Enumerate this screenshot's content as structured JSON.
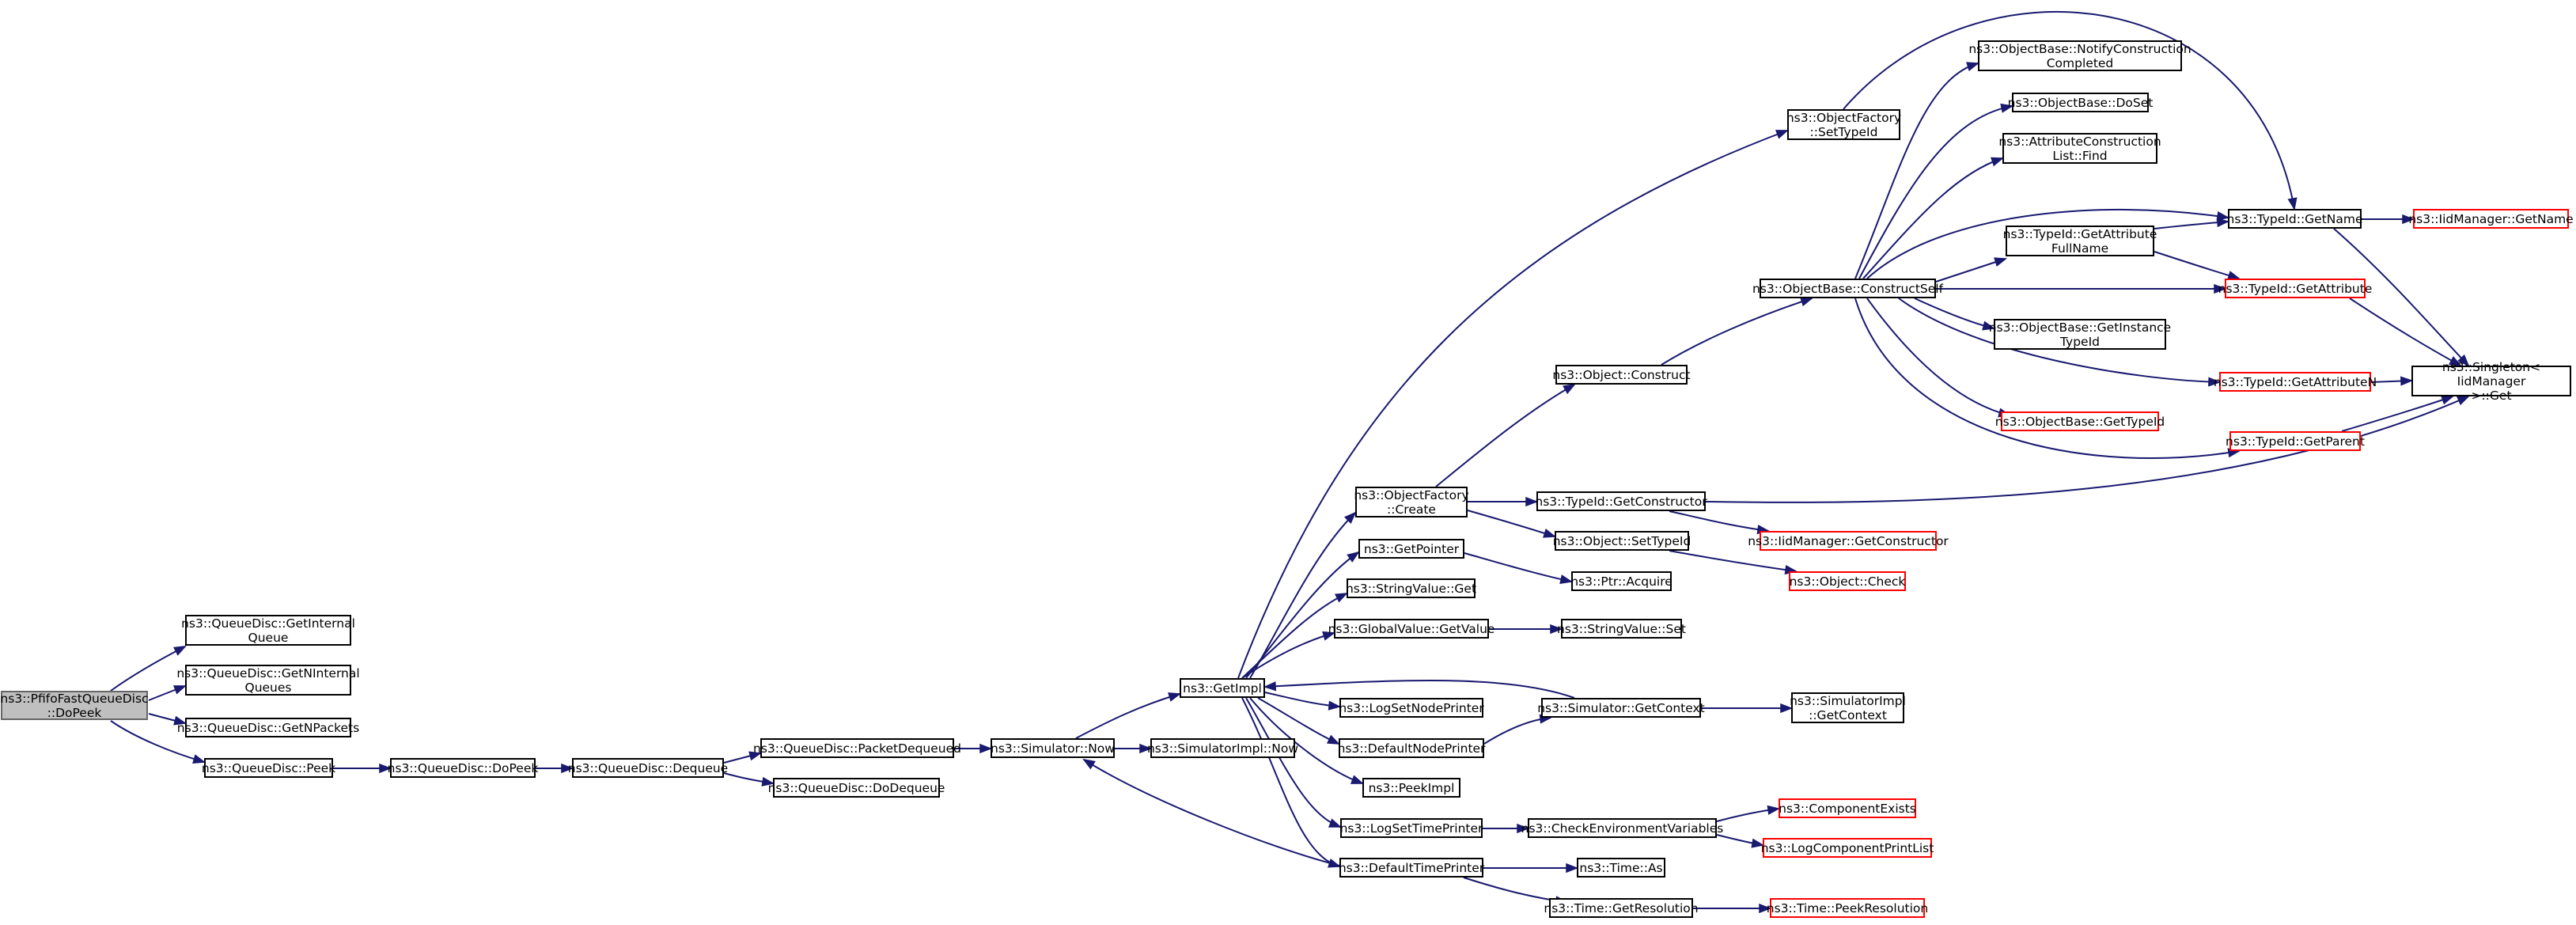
{
  "colors": {
    "edge": "#191970",
    "node_border": "#000000",
    "external_border": "#ff0000",
    "root_fill": "#bfbfbf"
  },
  "nodes": {
    "root": "ns3::PfifoFastQueueDisc\n::DoPeek",
    "getInternalQueue": "ns3::QueueDisc::GetInternal\nQueue",
    "getNInternalQueues": "ns3::QueueDisc::GetNInternal\nQueues",
    "getNPackets": "ns3::QueueDisc::GetNPackets",
    "peek": "ns3::QueueDisc::Peek",
    "doPeek": "ns3::QueueDisc::DoPeek",
    "dequeue": "ns3::QueueDisc::Dequeue",
    "packetDequeued": "ns3::QueueDisc::PacketDequeued",
    "doDequeue": "ns3::QueueDisc::DoDequeue",
    "simNow": "ns3::Simulator::Now",
    "simImplNow": "ns3::SimulatorImpl::Now",
    "getImpl": "ns3::GetImpl",
    "ofCreate": "ns3::ObjectFactory\n::Create",
    "getPointer": "ns3::GetPointer",
    "stringValueGet": "ns3::StringValue::Get",
    "globalValueGetValue": "ns3::GlobalValue::GetValue",
    "logSetNodePrinter": "ns3::LogSetNodePrinter",
    "defaultNodePrinter": "ns3::DefaultNodePrinter",
    "peekImpl": "ns3::PeekImpl",
    "logSetTimePrinter": "ns3::LogSetTimePrinter",
    "defaultTimePrinter": "ns3::DefaultTimePrinter",
    "ofSetTypeId": "ns3::ObjectFactory\n::SetTypeId",
    "objectConstruct": "ns3::Object::Construct",
    "typeIdGetConstructor": "ns3::TypeId::GetConstructor",
    "objectSetTypeId": "ns3::Object::SetTypeId",
    "ptrAcquire": "ns3::Ptr::Acquire",
    "stringValueSet": "ns3::StringValue::Set",
    "simGetContext": "ns3::Simulator::GetContext",
    "checkEnvVars": "ns3::CheckEnvironmentVariables",
    "timeAs": "ns3::Time::As",
    "timeGetResolution": "ns3::Time::GetResolution",
    "constructSelf": "ns3::ObjectBase::ConstructSelf",
    "simImplGetContext": "ns3::SimulatorImpl\n::GetContext",
    "iidGetConstructor": "ns3::IidManager::GetConstructor",
    "objectCheck": "ns3::Object::Check",
    "componentExists": "ns3::ComponentExists",
    "logComponentPrintList": "ns3::LogComponentPrintList",
    "timePeekResolution": "ns3::Time::PeekResolution",
    "notifyConstructionCompleted": "ns3::ObjectBase::NotifyConstruction\nCompleted",
    "objectBaseDoSet": "ns3::ObjectBase::DoSet",
    "attrConstructionListFind": "ns3::AttributeConstruction\nList::Find",
    "typeIdGetAttributeFullName": "ns3::TypeId::GetAttribute\nFullName",
    "getInstanceTypeId": "ns3::ObjectBase::GetInstance\nTypeId",
    "objectBaseGetTypeId": "ns3::ObjectBase::GetTypeId",
    "typeIdGetName": "ns3::TypeId::GetName",
    "typeIdGetAttribute": "ns3::TypeId::GetAttribute",
    "typeIdGetAttributeN": "ns3::TypeId::GetAttributeN",
    "typeIdGetParent": "ns3::TypeId::GetParent",
    "iidGetName": "ns3::IidManager::GetName",
    "singletonGet": "ns3::Singleton< IidManager\n>::Get"
  }
}
